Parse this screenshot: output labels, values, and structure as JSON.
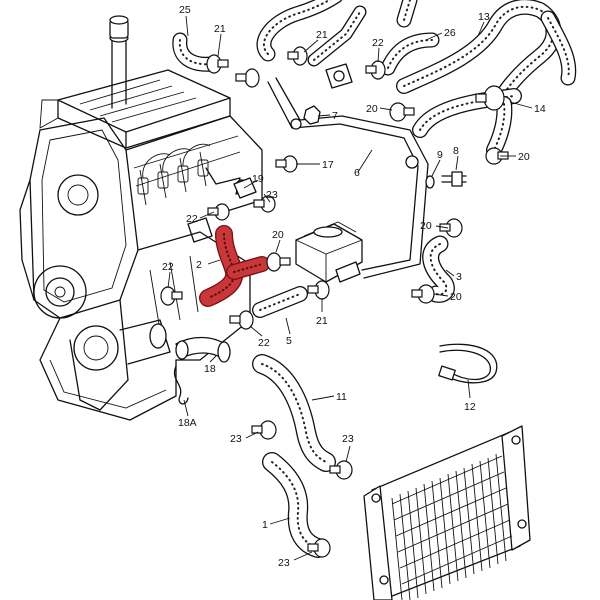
{
  "diagram": {
    "highlight_color": "#c8373a",
    "callouts": [
      {
        "id": "25",
        "text": "25"
      },
      {
        "id": "21a",
        "text": "21"
      },
      {
        "id": "21b",
        "text": "21"
      },
      {
        "id": "22a",
        "text": "22"
      },
      {
        "id": "26",
        "text": "26"
      },
      {
        "id": "13",
        "text": "13"
      },
      {
        "id": "7",
        "text": "7"
      },
      {
        "id": "20a",
        "text": "20"
      },
      {
        "id": "14",
        "text": "14"
      },
      {
        "id": "17",
        "text": "17"
      },
      {
        "id": "6",
        "text": "6"
      },
      {
        "id": "9",
        "text": "9"
      },
      {
        "id": "8",
        "text": "8"
      },
      {
        "id": "20b",
        "text": "20"
      },
      {
        "id": "19",
        "text": "19"
      },
      {
        "id": "23a",
        "text": "23"
      },
      {
        "id": "22b",
        "text": "22"
      },
      {
        "id": "20c",
        "text": "20"
      },
      {
        "id": "20d",
        "text": "20"
      },
      {
        "id": "2",
        "text": "2"
      },
      {
        "id": "22c",
        "text": "22"
      },
      {
        "id": "3",
        "text": "3"
      },
      {
        "id": "20e",
        "text": "20"
      },
      {
        "id": "21c",
        "text": "21"
      },
      {
        "id": "22d",
        "text": "22"
      },
      {
        "id": "5",
        "text": "5"
      },
      {
        "id": "18",
        "text": "18"
      },
      {
        "id": "12",
        "text": "12"
      },
      {
        "id": "11",
        "text": "11"
      },
      {
        "id": "18A",
        "text": "18A"
      },
      {
        "id": "23b",
        "text": "23"
      },
      {
        "id": "23c",
        "text": "23"
      },
      {
        "id": "1",
        "text": "1"
      },
      {
        "id": "23d",
        "text": "23"
      }
    ]
  }
}
